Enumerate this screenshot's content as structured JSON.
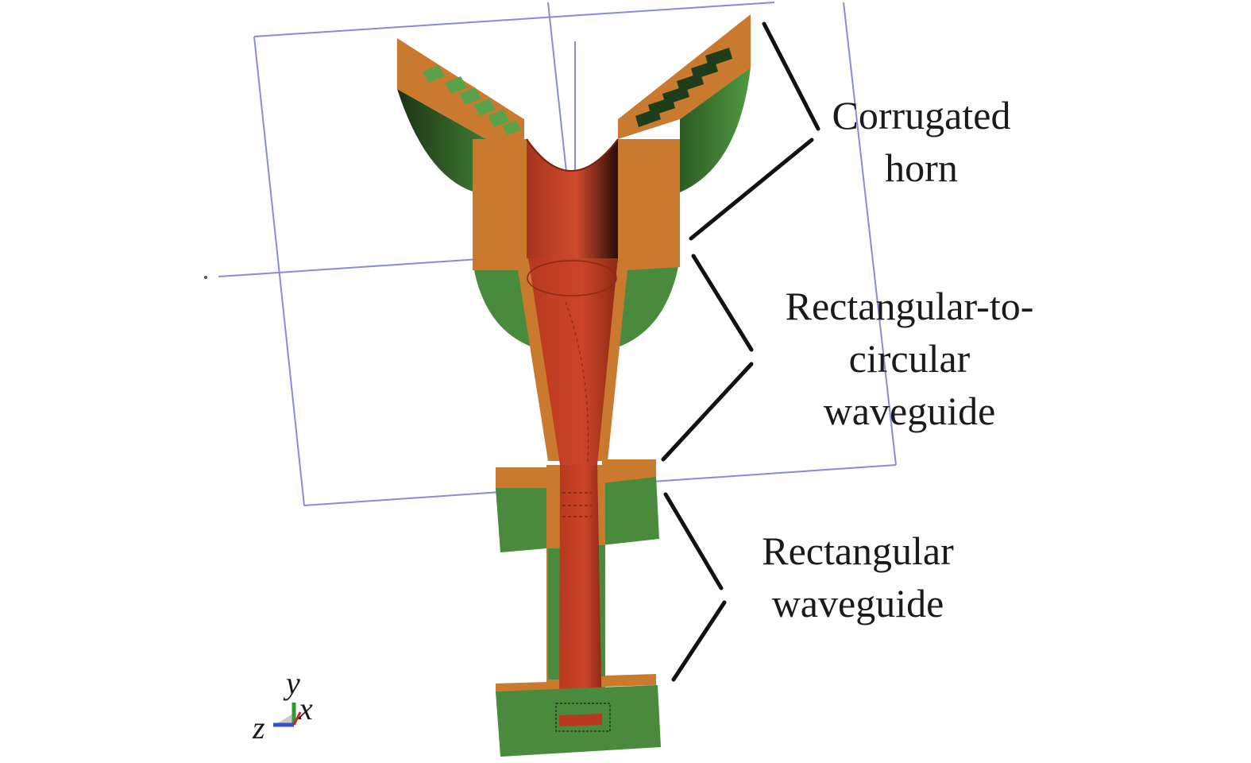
{
  "labels": {
    "corrugated_horn": [
      "Corrugated",
      "horn"
    ],
    "transition": [
      "Rectangular-to-",
      "circular",
      "waveguide"
    ],
    "rectangular_waveguide": [
      "Rectangular",
      "waveguide"
    ]
  },
  "axes": {
    "y": "y",
    "x": "x",
    "z": "z"
  },
  "colors": {
    "copper": "#c97a2e",
    "inner_channel": "#c4452b",
    "green_body": "#4a8a3c",
    "dark_green": "#1f3d18",
    "bounding_box": "#8a8adc",
    "leader_lines": "#111111"
  }
}
